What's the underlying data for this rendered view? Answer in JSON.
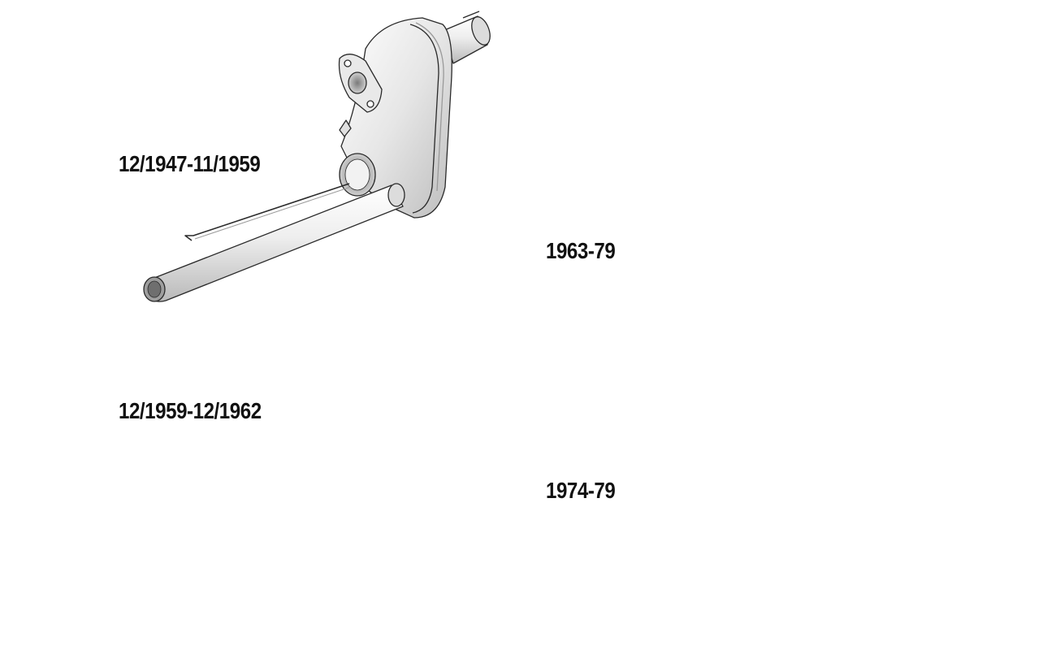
{
  "diagram": {
    "labels": {
      "variant_1": "12/1947-11/1959",
      "variant_2": "12/1959-12/1962",
      "variant_3": "1963-79",
      "variant_4": "1974-79"
    },
    "colors": {
      "metal_light": "#f4f4f4",
      "metal_mid": "#d9d9d9",
      "metal_dark": "#a9a9a9",
      "outline": "#2a2a2a",
      "logo": "#4a4a4a"
    },
    "logo": {
      "icon": "brand-logo-icon"
    }
  }
}
